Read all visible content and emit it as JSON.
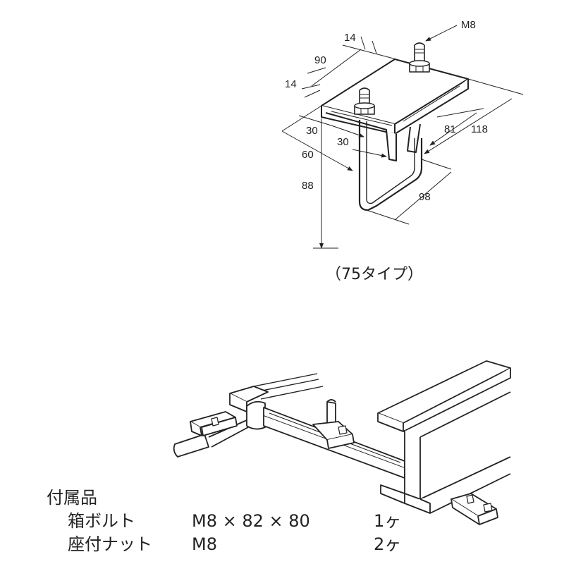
{
  "figure_75": {
    "bolt_label": "M8",
    "dimensions": {
      "top_flange_a": "14",
      "top_width": "90",
      "top_flange_b": "14",
      "offset_a": "30",
      "offset_b": "30",
      "lip": "60",
      "height": "88",
      "inner_depth": "81",
      "outer_depth": "118",
      "bottom_depth": "98"
    },
    "caption": "（75タイプ）"
  },
  "accessories": {
    "title": "付属品",
    "items": [
      {
        "name": "箱ボルト",
        "spec": "M8 × 82 × 80",
        "qty": "1ヶ"
      },
      {
        "name": "座付ナット",
        "spec": "M8",
        "qty": "2ヶ"
      }
    ]
  }
}
